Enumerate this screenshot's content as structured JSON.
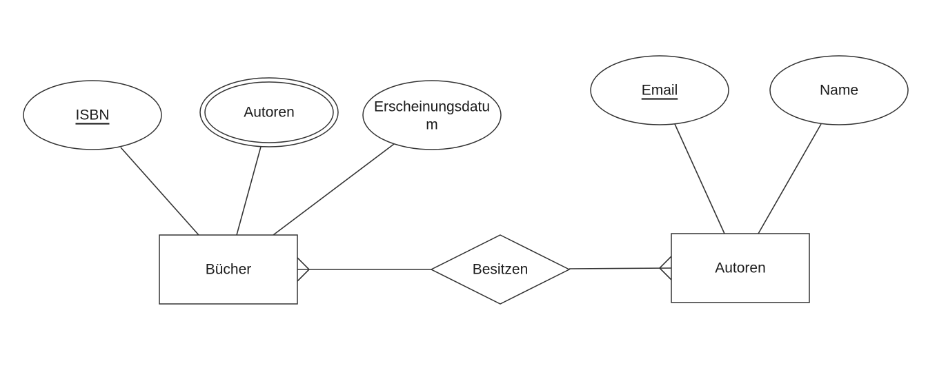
{
  "diagram": {
    "entities": {
      "buecher": "Bücher",
      "autoren": "Autoren"
    },
    "relationship": "Besitzen",
    "attributes": {
      "isbn": "ISBN",
      "autoren_multi": "Autoren",
      "erscheinungsdatum_line1": "Erscheinungsdatu",
      "erscheinungsdatum_line2": "m",
      "email": "Email",
      "name": "Name"
    },
    "cardinality": {
      "buecher_side": "many",
      "autoren_side": "many"
    }
  }
}
